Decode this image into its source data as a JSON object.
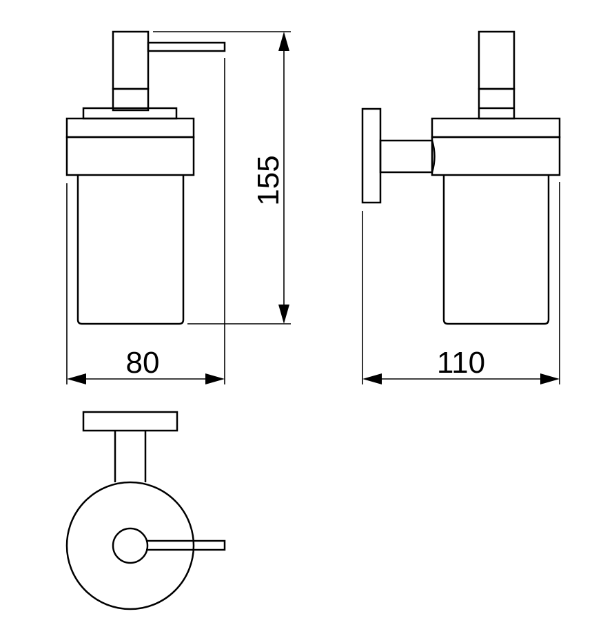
{
  "drawing": {
    "dimensions": {
      "front_width": "80",
      "height": "155",
      "side_width": "110"
    },
    "colors": {
      "line": "#000000",
      "background": "#ffffff"
    }
  }
}
